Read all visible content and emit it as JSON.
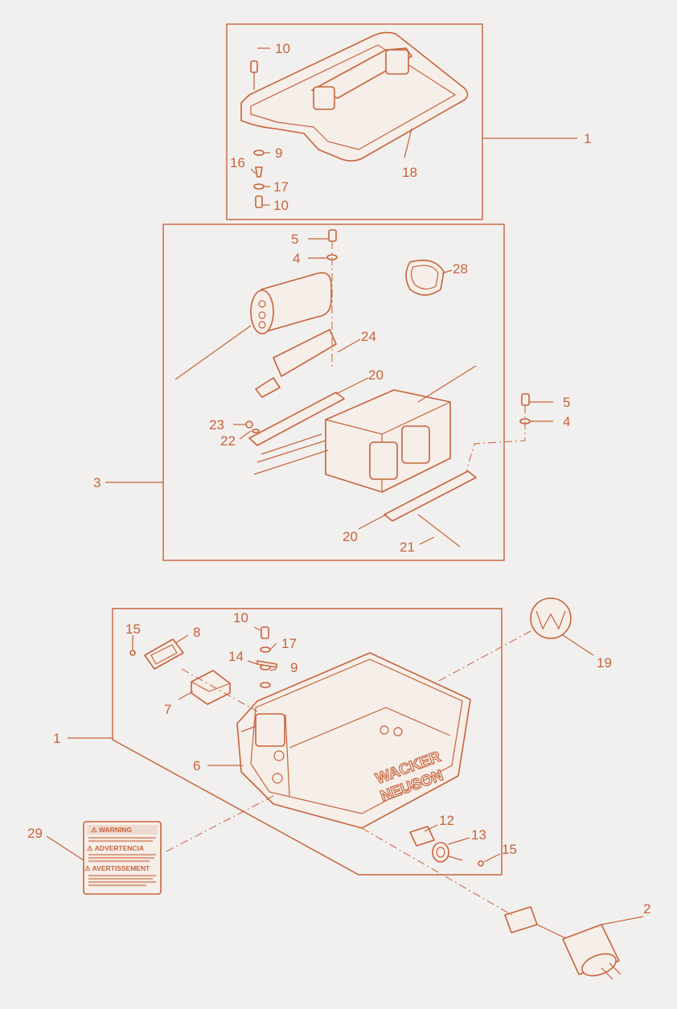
{
  "callouts": [
    "1",
    "1",
    "2",
    "3",
    "4",
    "4",
    "5",
    "5",
    "6",
    "7",
    "8",
    "9",
    "9",
    "10",
    "10",
    "10",
    "12",
    "13",
    "14",
    "15",
    "15",
    "16",
    "17",
    "17",
    "18",
    "19",
    "20",
    "20",
    "21",
    "22",
    "23",
    "24",
    "28",
    "29"
  ],
  "warning_label": {
    "lines": [
      "⚠ WARNING",
      "⚠ ADVERTENCIA",
      "⚠ AVERTISSEMENT"
    ]
  },
  "tub_brand": [
    "WACKER",
    "NEUSON"
  ],
  "colors": {
    "line": "#c8623c",
    "background": "#f1f0ee",
    "part_fill": "#f6efe9"
  }
}
